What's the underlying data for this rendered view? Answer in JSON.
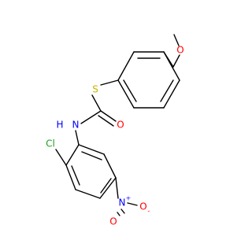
{
  "molecule": {
    "atoms": {
      "O_methoxy": {
        "label": "O",
        "color": "#ff0000"
      },
      "S": {
        "label": "S",
        "color": "#c8b400"
      },
      "O_carbonyl": {
        "label": "O",
        "color": "#ff0000"
      },
      "N_amide": {
        "label": "N",
        "color": "#0000ff"
      },
      "H_amide": {
        "label": "H",
        "color": "#0000ff"
      },
      "Cl": {
        "label": "Cl",
        "color": "#1e9e1e"
      },
      "N_nitro": {
        "label": "N",
        "color": "#0000ff"
      },
      "N_nitro_charge": {
        "label": "+",
        "color": "#0000ff"
      },
      "O_nitro_double": {
        "label": "O",
        "color": "#ff0000"
      },
      "O_nitro_single": {
        "label": "O",
        "color": "#ff0000"
      },
      "O_nitro_charge": {
        "label": "-",
        "color": "#ff0000"
      }
    },
    "bond_color": "#000000"
  }
}
